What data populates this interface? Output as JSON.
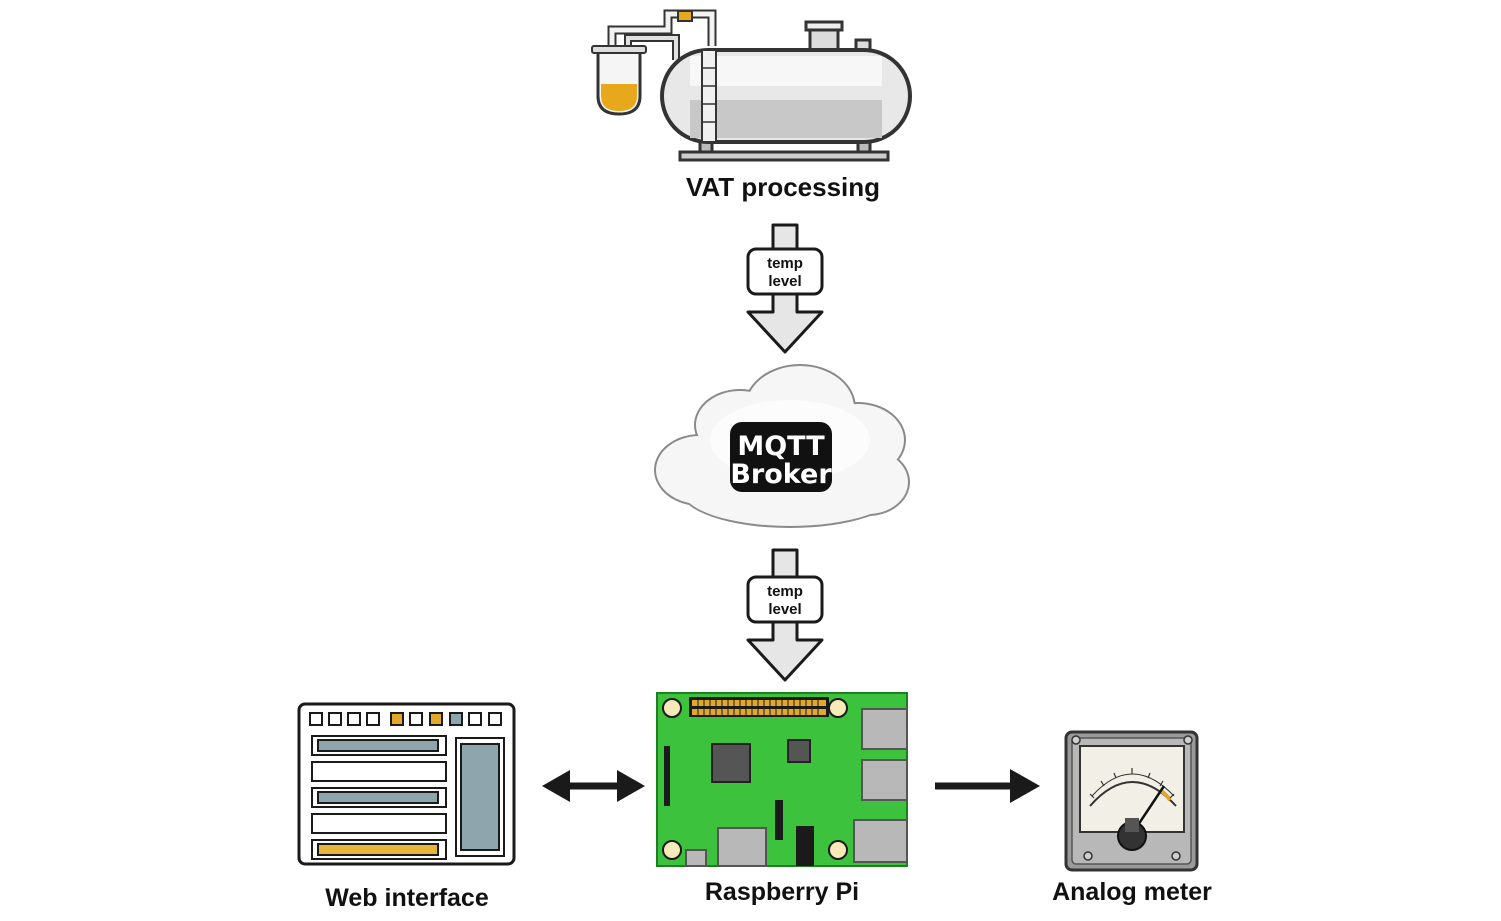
{
  "diagram": {
    "vat": {
      "label": "VAT processing"
    },
    "flow_top": {
      "line1": "temp",
      "line2": "level"
    },
    "broker": {
      "line1": "MQTT",
      "line2": "Broker"
    },
    "flow_bottom": {
      "line1": "temp",
      "line2": "level"
    },
    "web": {
      "label": "Web interface"
    },
    "pi": {
      "label": "Raspberry Pi"
    },
    "meter": {
      "label": "Analog meter"
    }
  },
  "colors": {
    "board_green": "#3cc23c",
    "gpio_gold": "#e2a82a",
    "liquid_amber": "#e8a81c",
    "panel_slate": "#8fa5ad",
    "arrow_fill": "#e6e6e6",
    "outline": "#1a1a1a"
  },
  "icons": [
    "tank-icon",
    "cloud-icon",
    "web-panel-icon",
    "raspberry-pi-icon",
    "analog-meter-icon"
  ]
}
